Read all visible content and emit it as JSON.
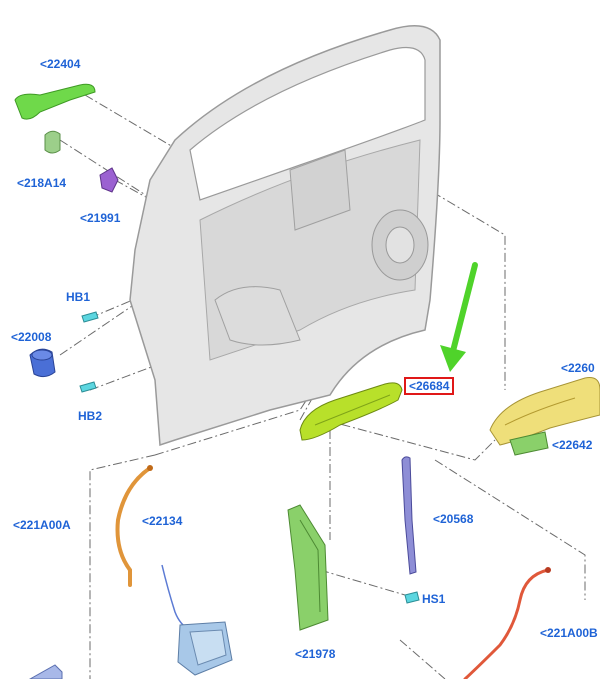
{
  "callouts": {
    "p22404": "<22404",
    "p218A14": "<218A14",
    "p21991": "<21991",
    "pHB1": "HB1",
    "p22008": "<22008",
    "pHB2": "HB2",
    "p26684": "<26684",
    "p2260": "<2260",
    "p22642": "<22642",
    "p221A00A": "<221A00A",
    "p22134": "<22134",
    "p20568": "<20568",
    "pHS1": "HS1",
    "p21978": "<21978",
    "p221A00B": "<221A00B"
  },
  "colors": {
    "callout_text": "#1f63d6",
    "highlight_box": "#e01818",
    "pointer_arrow": "#4fd32a",
    "door_panel": "#e6e6e6",
    "door_outline": "#9a9a9a",
    "leader_line": "#6b6b6b"
  },
  "icons": {
    "pointer": "green-arrow-down-left-icon"
  }
}
